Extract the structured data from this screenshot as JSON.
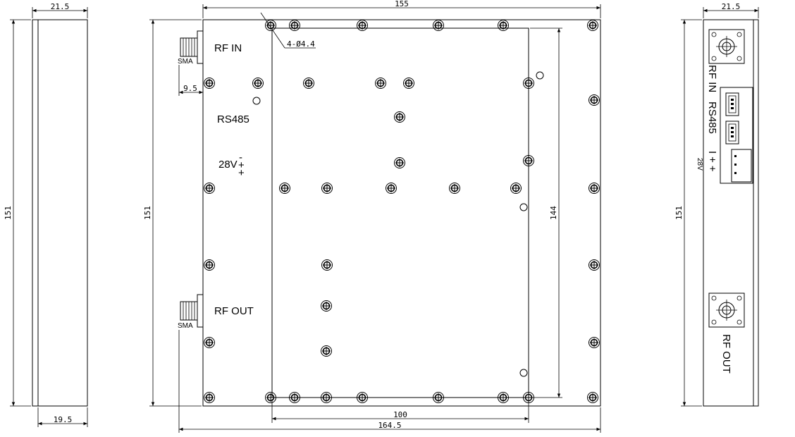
{
  "dimensions": {
    "left_top_width": "21.5",
    "left_bottom_width": "19.5",
    "left_height": "151",
    "front_top_width": "155",
    "front_height": "151",
    "front_inner_height": "144",
    "front_inner_width": "100",
    "front_total_width": "164.5",
    "front_offset": "9.5",
    "hole_spec": "4-Ø4.4",
    "right_top_width": "21.5",
    "right_height": "151"
  },
  "labels": {
    "rf_in": "RF IN",
    "rf_out": "RF OUT",
    "rs485": "RS485",
    "power": "28V",
    "power_minus": "-",
    "power_plus1": "+",
    "power_plus2": "+",
    "sma_top": "SMA",
    "sma_bottom": "SMA",
    "side_rf_in": "RF IN",
    "side_rs485": "RS485",
    "side_28v": "28V",
    "side_power_pins": "I++",
    "side_rf_out": "RF OUT"
  }
}
